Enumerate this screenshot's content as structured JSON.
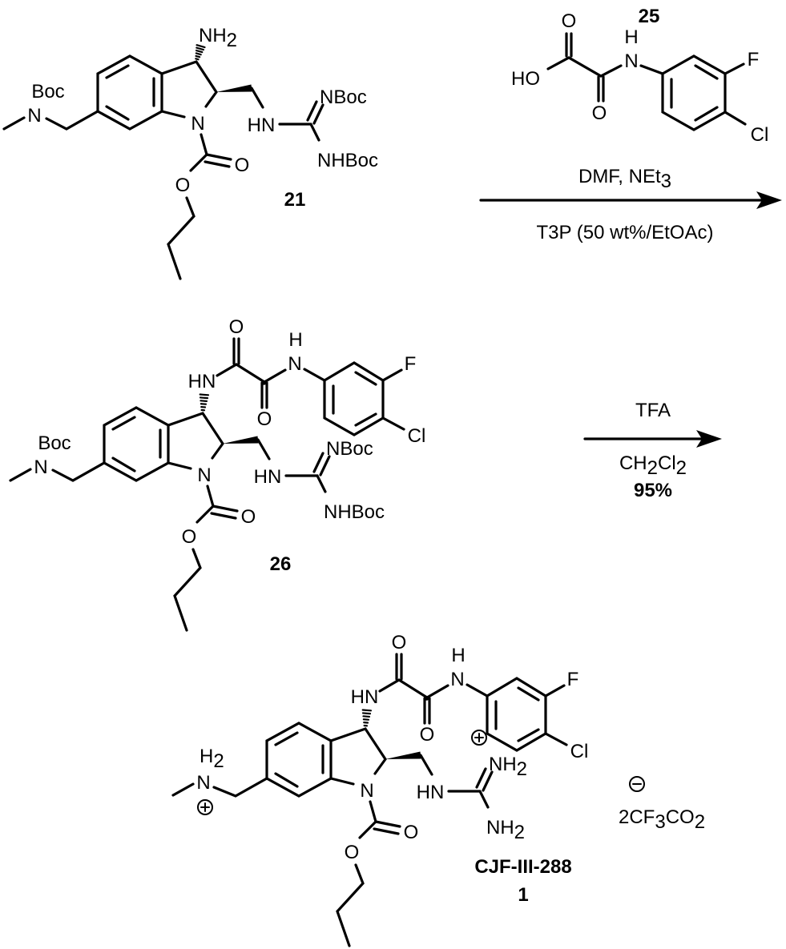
{
  "scheme": {
    "compound_21": {
      "label": "21",
      "amine": {
        "main": "NH",
        "sub": "2"
      },
      "boc": "Boc",
      "n_methyl": "N",
      "n_ring": "N",
      "o_carbonyl": "O",
      "o_ester": "O",
      "hn": "HN",
      "nboc": "NBoc",
      "nhboc": "NHBoc"
    },
    "compound_25": {
      "label": "25",
      "o_top": "O",
      "ho": "HO",
      "o_bottom": "O",
      "n": "N",
      "h": "H",
      "f": "F",
      "cl": "Cl"
    },
    "step1": {
      "reagents_above": {
        "main": "DMF, NEt",
        "sub": "3"
      },
      "reagents_below": "T3P (50 wt%/EtOAc)"
    },
    "compound_26": {
      "label": "26",
      "boc": "Boc",
      "n_methyl": "N",
      "n_ring": "N",
      "o_carbonyl": "O",
      "o_ester": "O",
      "hn_amide": "HN",
      "o_oxalyl_1": "O",
      "o_oxalyl_2": "O",
      "n_anilide": "N",
      "h_anilide": "H",
      "f": "F",
      "cl": "Cl",
      "hn": "HN",
      "nboc": "NBoc",
      "nhboc": "NHBoc"
    },
    "step2": {
      "reagent": "TFA",
      "solvent": {
        "a": "CH",
        "s1": "2",
        "b": "Cl",
        "s2": "2"
      },
      "yield": "95%"
    },
    "compound_1": {
      "name": "CJF-III-288",
      "label": "1",
      "ammonium_h": {
        "main": "H",
        "sub": "2"
      },
      "n_methyl": "N",
      "n_ring": "N",
      "o_carbonyl": "O",
      "o_ester": "O",
      "hn_amide": "HN",
      "o_oxalyl_1": "O",
      "o_oxalyl_2": "O",
      "n_anilide": "N",
      "h_anilide": "H",
      "f": "F",
      "cl": "Cl",
      "hn": "HN",
      "nh2_top": {
        "main": "NH",
        "sub": "2"
      },
      "nh2_bottom": {
        "main": "NH",
        "sub": "2"
      },
      "counterion": {
        "a": "2CF",
        "s1": "3",
        "b": "CO",
        "s2": "2"
      }
    }
  }
}
